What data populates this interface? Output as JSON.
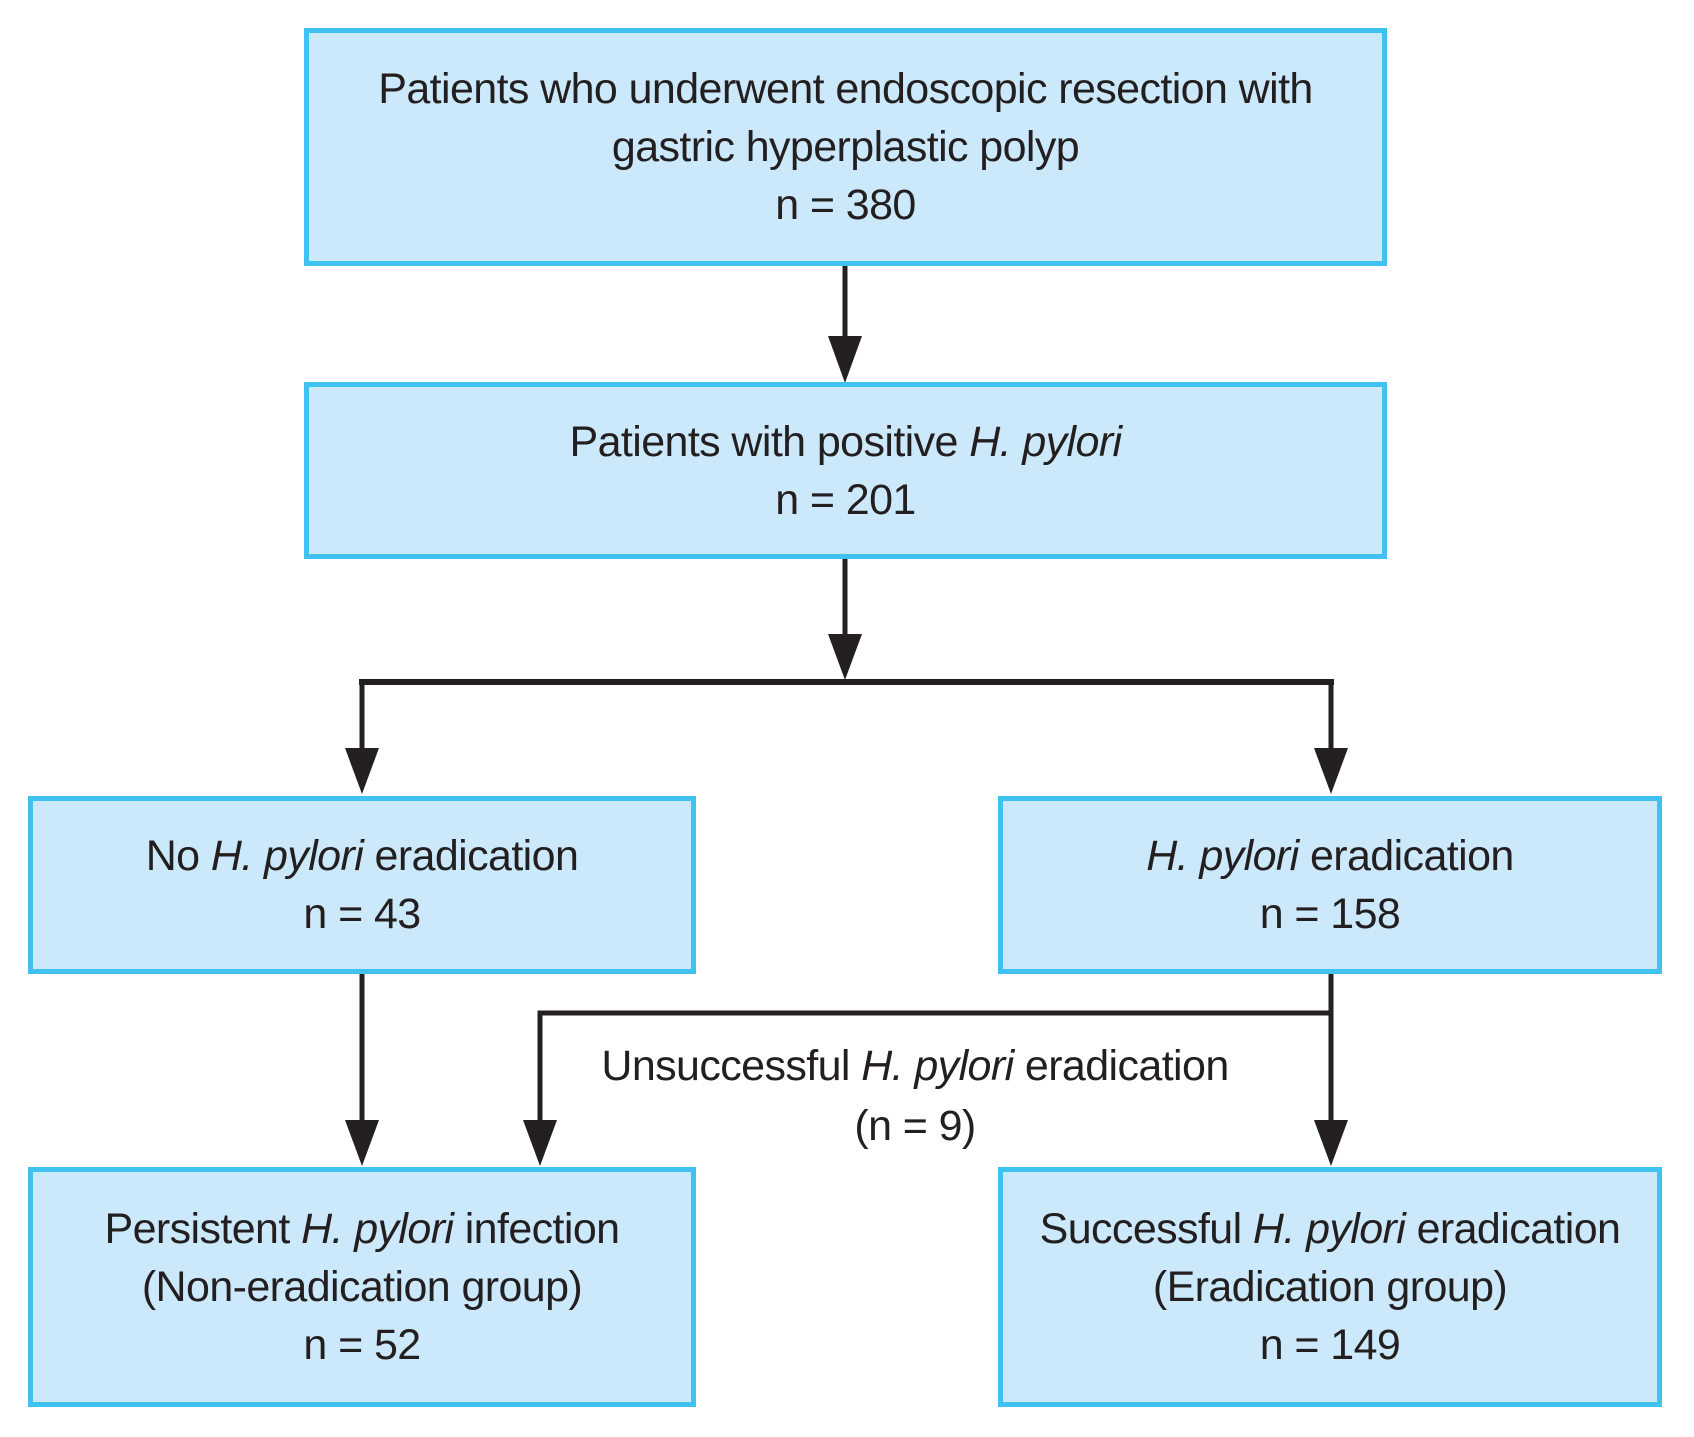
{
  "figure": {
    "background": "#ffffff",
    "box_fill": "#cbe9fb",
    "box_border": "#3fc2f0",
    "line_color": "#242021",
    "text_color": "#231f20"
  },
  "boxes": {
    "resection": {
      "lines": [
        [
          {
            "t": "Patients who underwent endoscopic resection with"
          }
        ],
        [
          {
            "t": "gastric hyperplastic polyp"
          }
        ],
        [
          {
            "t": "n = 380"
          }
        ]
      ]
    },
    "positive": {
      "lines": [
        [
          {
            "t": "Patients with positive "
          },
          {
            "t": "H. pylori",
            "i": true
          }
        ],
        [
          {
            "t": "n = 201"
          }
        ]
      ]
    },
    "no_eradication": {
      "lines": [
        [
          {
            "t": "No "
          },
          {
            "t": "H. pylori",
            "i": true
          },
          {
            "t": " eradication"
          }
        ],
        [
          {
            "t": "n = 43"
          }
        ]
      ]
    },
    "eradication": {
      "lines": [
        [
          {
            "t": "H. pylori",
            "i": true
          },
          {
            "t": " eradication"
          }
        ],
        [
          {
            "t": "n = 158"
          }
        ]
      ]
    },
    "persistent": {
      "lines": [
        [
          {
            "t": "Persistent "
          },
          {
            "t": "H. pylori",
            "i": true
          },
          {
            "t": " infection"
          }
        ],
        [
          {
            "t": "(Non-eradication group)"
          }
        ],
        [
          {
            "t": "n = 52"
          }
        ]
      ]
    },
    "successful": {
      "lines": [
        [
          {
            "t": "Successful "
          },
          {
            "t": "H. pylori",
            "i": true
          },
          {
            "t": " eradication"
          }
        ],
        [
          {
            "t": "(Eradication group)"
          }
        ],
        [
          {
            "t": "n = 149"
          }
        ]
      ]
    }
  },
  "labels": {
    "unsuccessful": {
      "lines": [
        [
          {
            "t": "Unsuccessful "
          },
          {
            "t": "H. pylori",
            "i": true
          },
          {
            "t": " eradication"
          }
        ],
        [
          {
            "t": "(n = 9)"
          }
        ]
      ]
    }
  }
}
